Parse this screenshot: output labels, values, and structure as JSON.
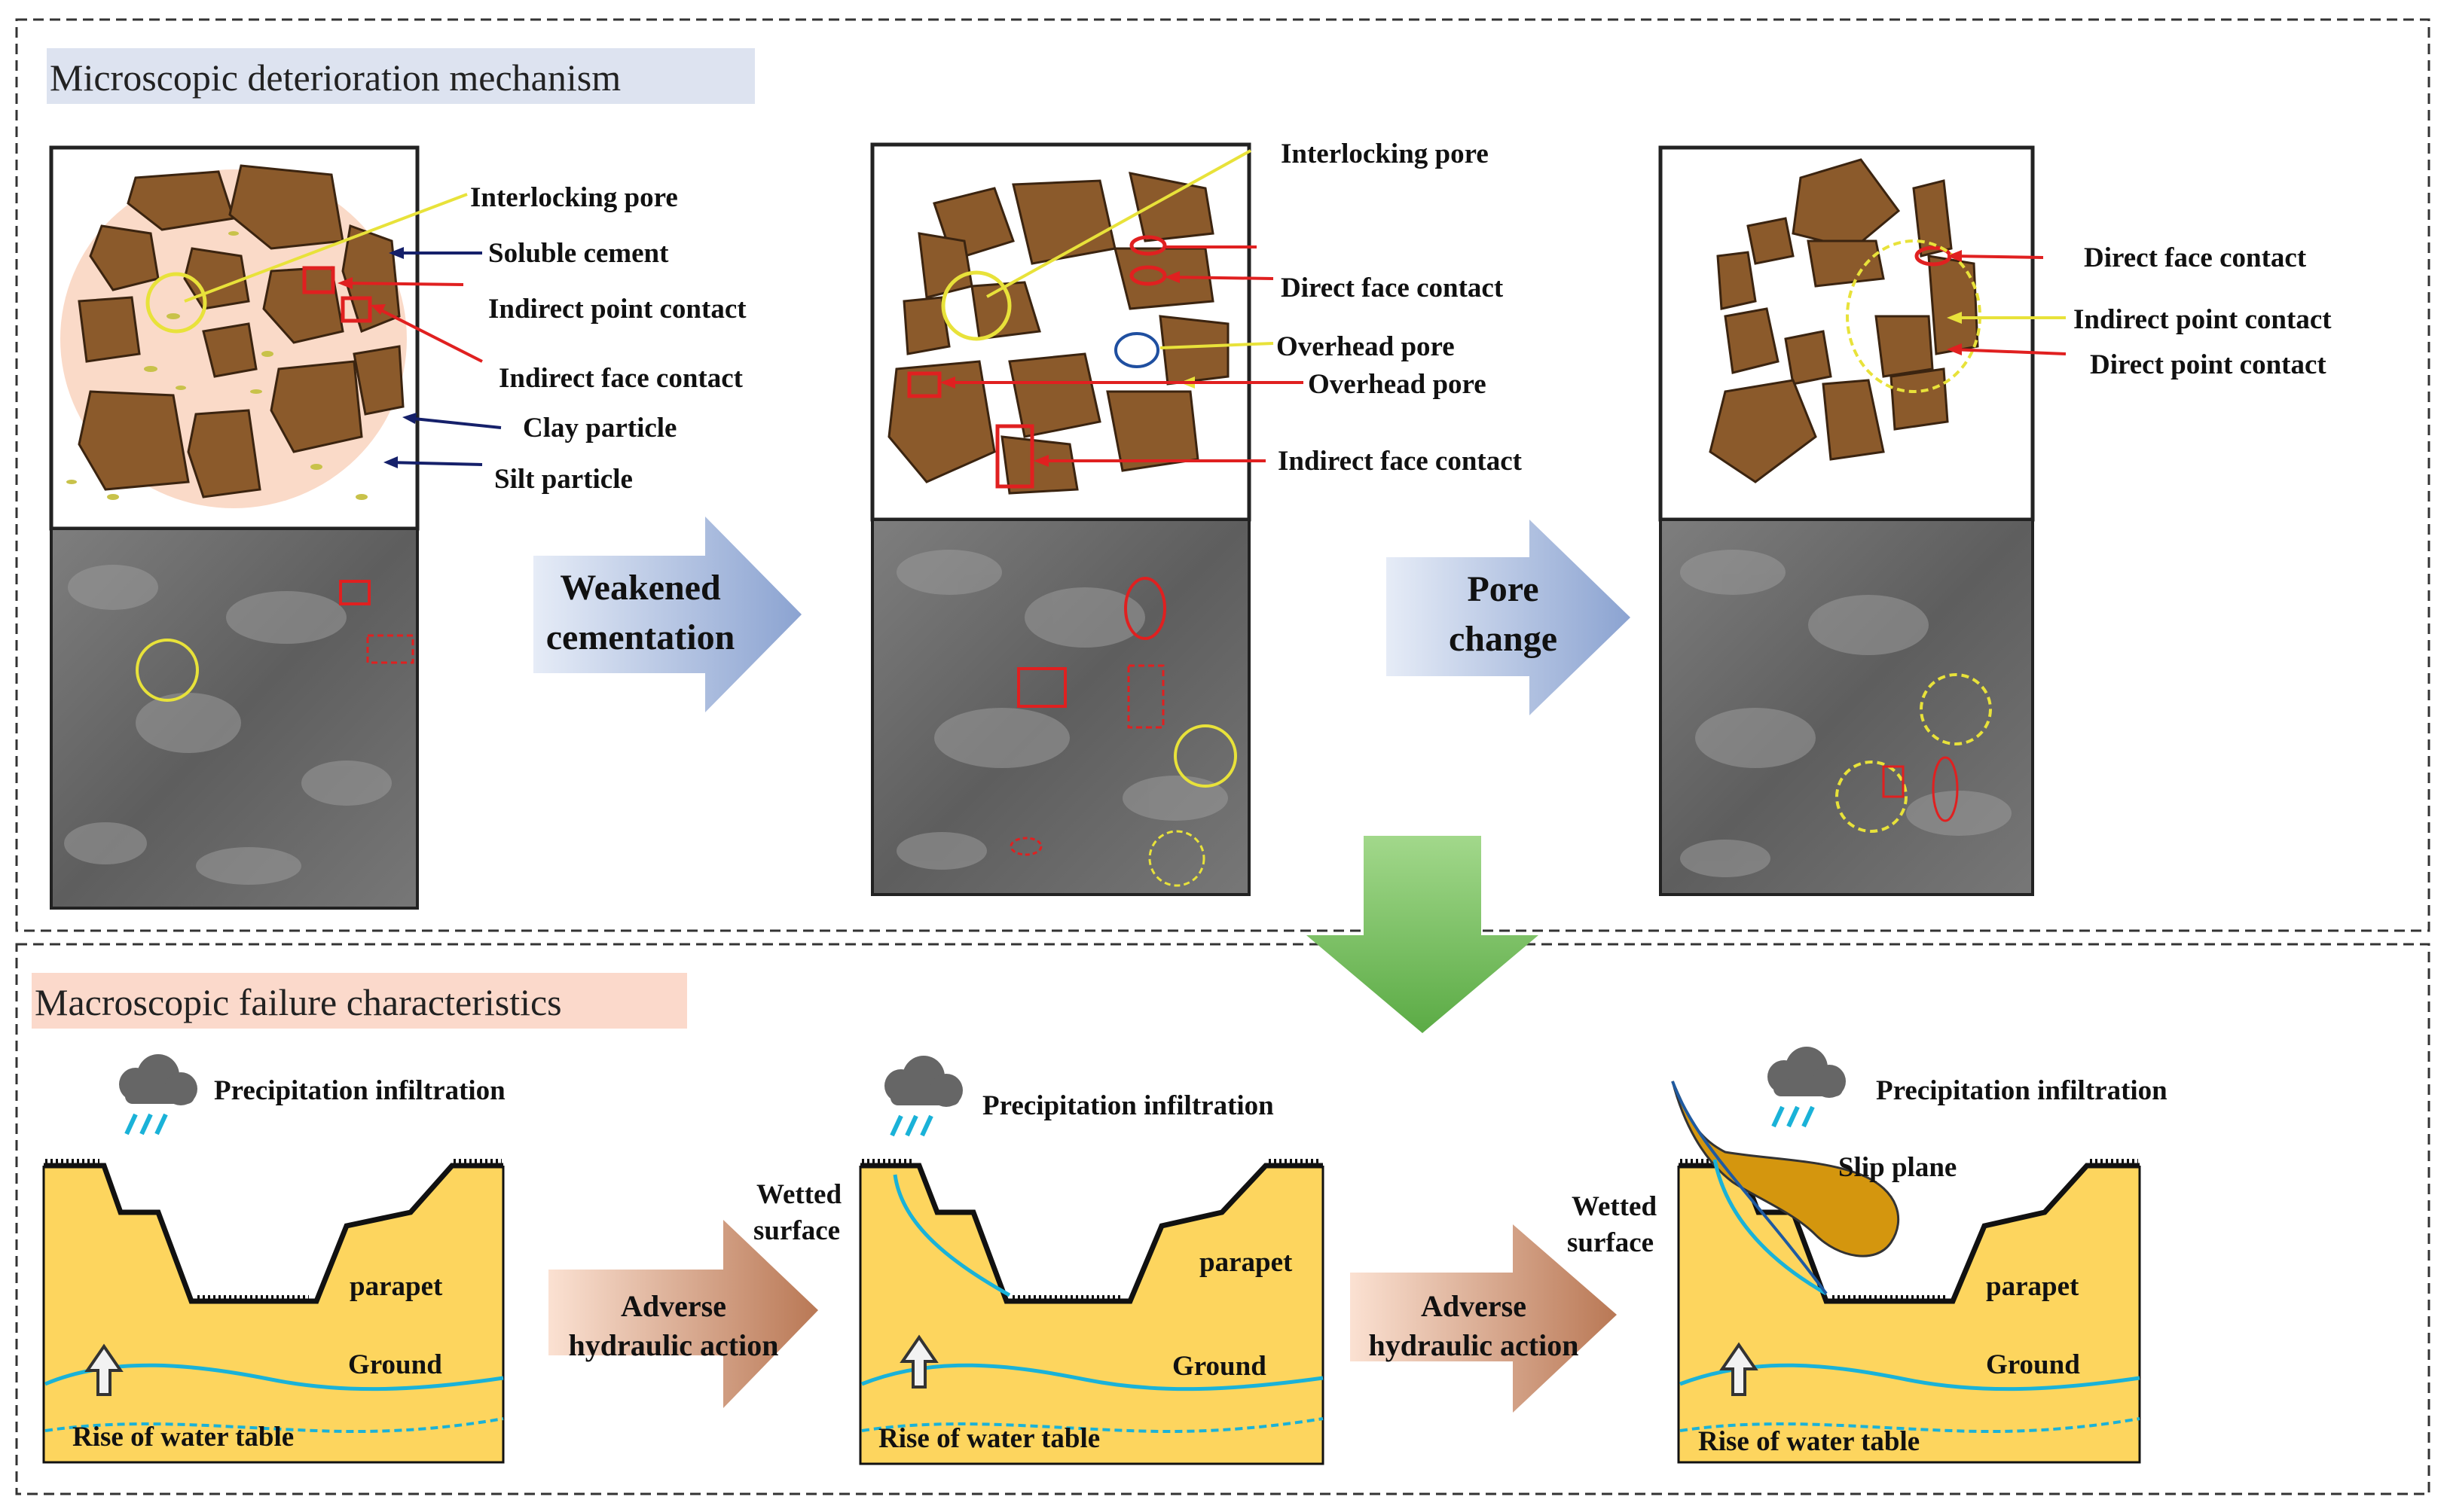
{
  "sections": {
    "micro_title": "Microscopic deterioration mechanism",
    "macro_title": "Macroscopic failure characteristics"
  },
  "panel1": {
    "labels": [
      "Interlocking pore",
      "Soluble cement",
      "Indirect point contact",
      "Indirect face contact",
      "Clay particle",
      "Silt particle"
    ]
  },
  "panel2": {
    "labels": [
      "Interlocking pore",
      "Direct face contact",
      "Overhead pore",
      "Overhead pore",
      "Indirect face contact"
    ]
  },
  "panel3": {
    "labels": [
      "Direct face contact",
      "Indirect point contact",
      "Direct point contact"
    ]
  },
  "process_arrows": {
    "a1": [
      "Weakened",
      "cementation"
    ],
    "a2": [
      "Pore",
      "change"
    ]
  },
  "macro": {
    "precip": "Precipitation infiltration",
    "wetted": [
      "Wetted",
      "surface"
    ],
    "parapet": "parapet",
    "ground": "Ground",
    "rise": "Rise of water table",
    "slip": "Slip plane",
    "adverse": [
      "Adverse",
      "hydraulic action"
    ]
  },
  "colors": {
    "grain": "#8b5a2b",
    "cement": "#f4b89a",
    "soil": "#fdd55e",
    "water": "#1ab2d8",
    "slide": "#d4960e",
    "down_arrow": "#6fbe4a"
  }
}
